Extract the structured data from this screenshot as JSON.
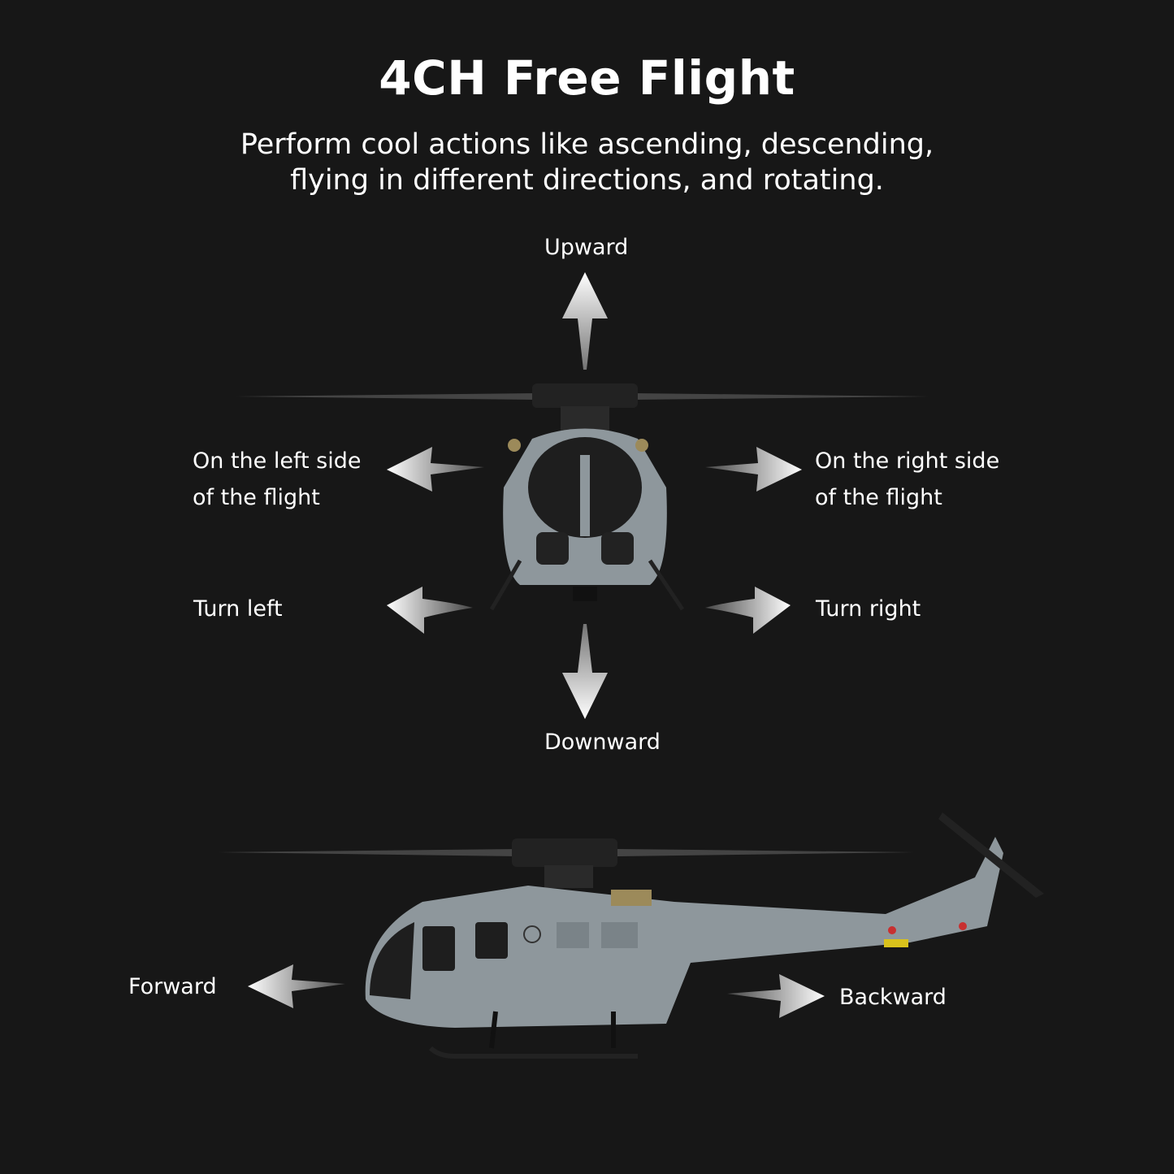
{
  "title": "4CH Free Flight",
  "subtitle": {
    "line1": "Perform cool actions like ascending, descending,",
    "line2": "flying in different directions, and rotating."
  },
  "labels": {
    "upward": "Upward",
    "left_side_1": "On the left side",
    "left_side_2": "of the flight",
    "right_side_1": "On the right side",
    "right_side_2": "of the flight",
    "turn_left": "Turn left",
    "turn_right": "Turn right",
    "downward": "Downward",
    "forward": "Forward",
    "backward": "Backward"
  },
  "colors": {
    "background": "#171717",
    "text": "#ffffff",
    "helicopter_body": "#8e979c",
    "window": "#1e1e1e"
  }
}
